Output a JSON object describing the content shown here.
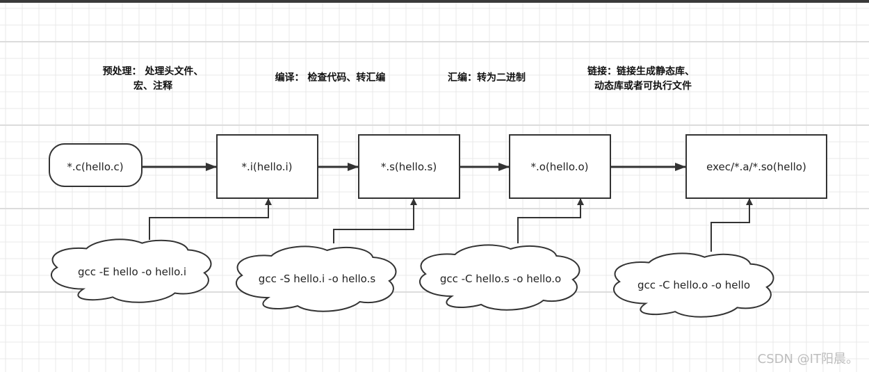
{
  "stage_labels": [
    {
      "lines": [
        "预处理： 处理头文件、",
        "宏、注释"
      ]
    },
    {
      "lines": [
        "编译： 检查代码、转汇编"
      ]
    },
    {
      "lines": [
        "汇编：转为二进制"
      ]
    },
    {
      "lines": [
        "链接：链接生成静态库、",
        "动态库或者可执行文件"
      ]
    }
  ],
  "nodes": {
    "source": "*.c(hello.c)",
    "preprocessed": "*.i(hello.i)",
    "assembly": "*.s(hello.s)",
    "object": "*.o(hello.o)",
    "output": "exec/*.a/*.so(hello)"
  },
  "commands": [
    "gcc -E hello -o hello.i",
    "gcc -S hello.i -o hello.s",
    "gcc -C hello.s -o hello.o",
    "gcc -C hello.o -o hello"
  ],
  "watermark": "CSDN @IT阳晨。",
  "colors": {
    "stroke": "#333333",
    "grid": "#e6e6e6",
    "top_bar": "#3a3a3a"
  }
}
